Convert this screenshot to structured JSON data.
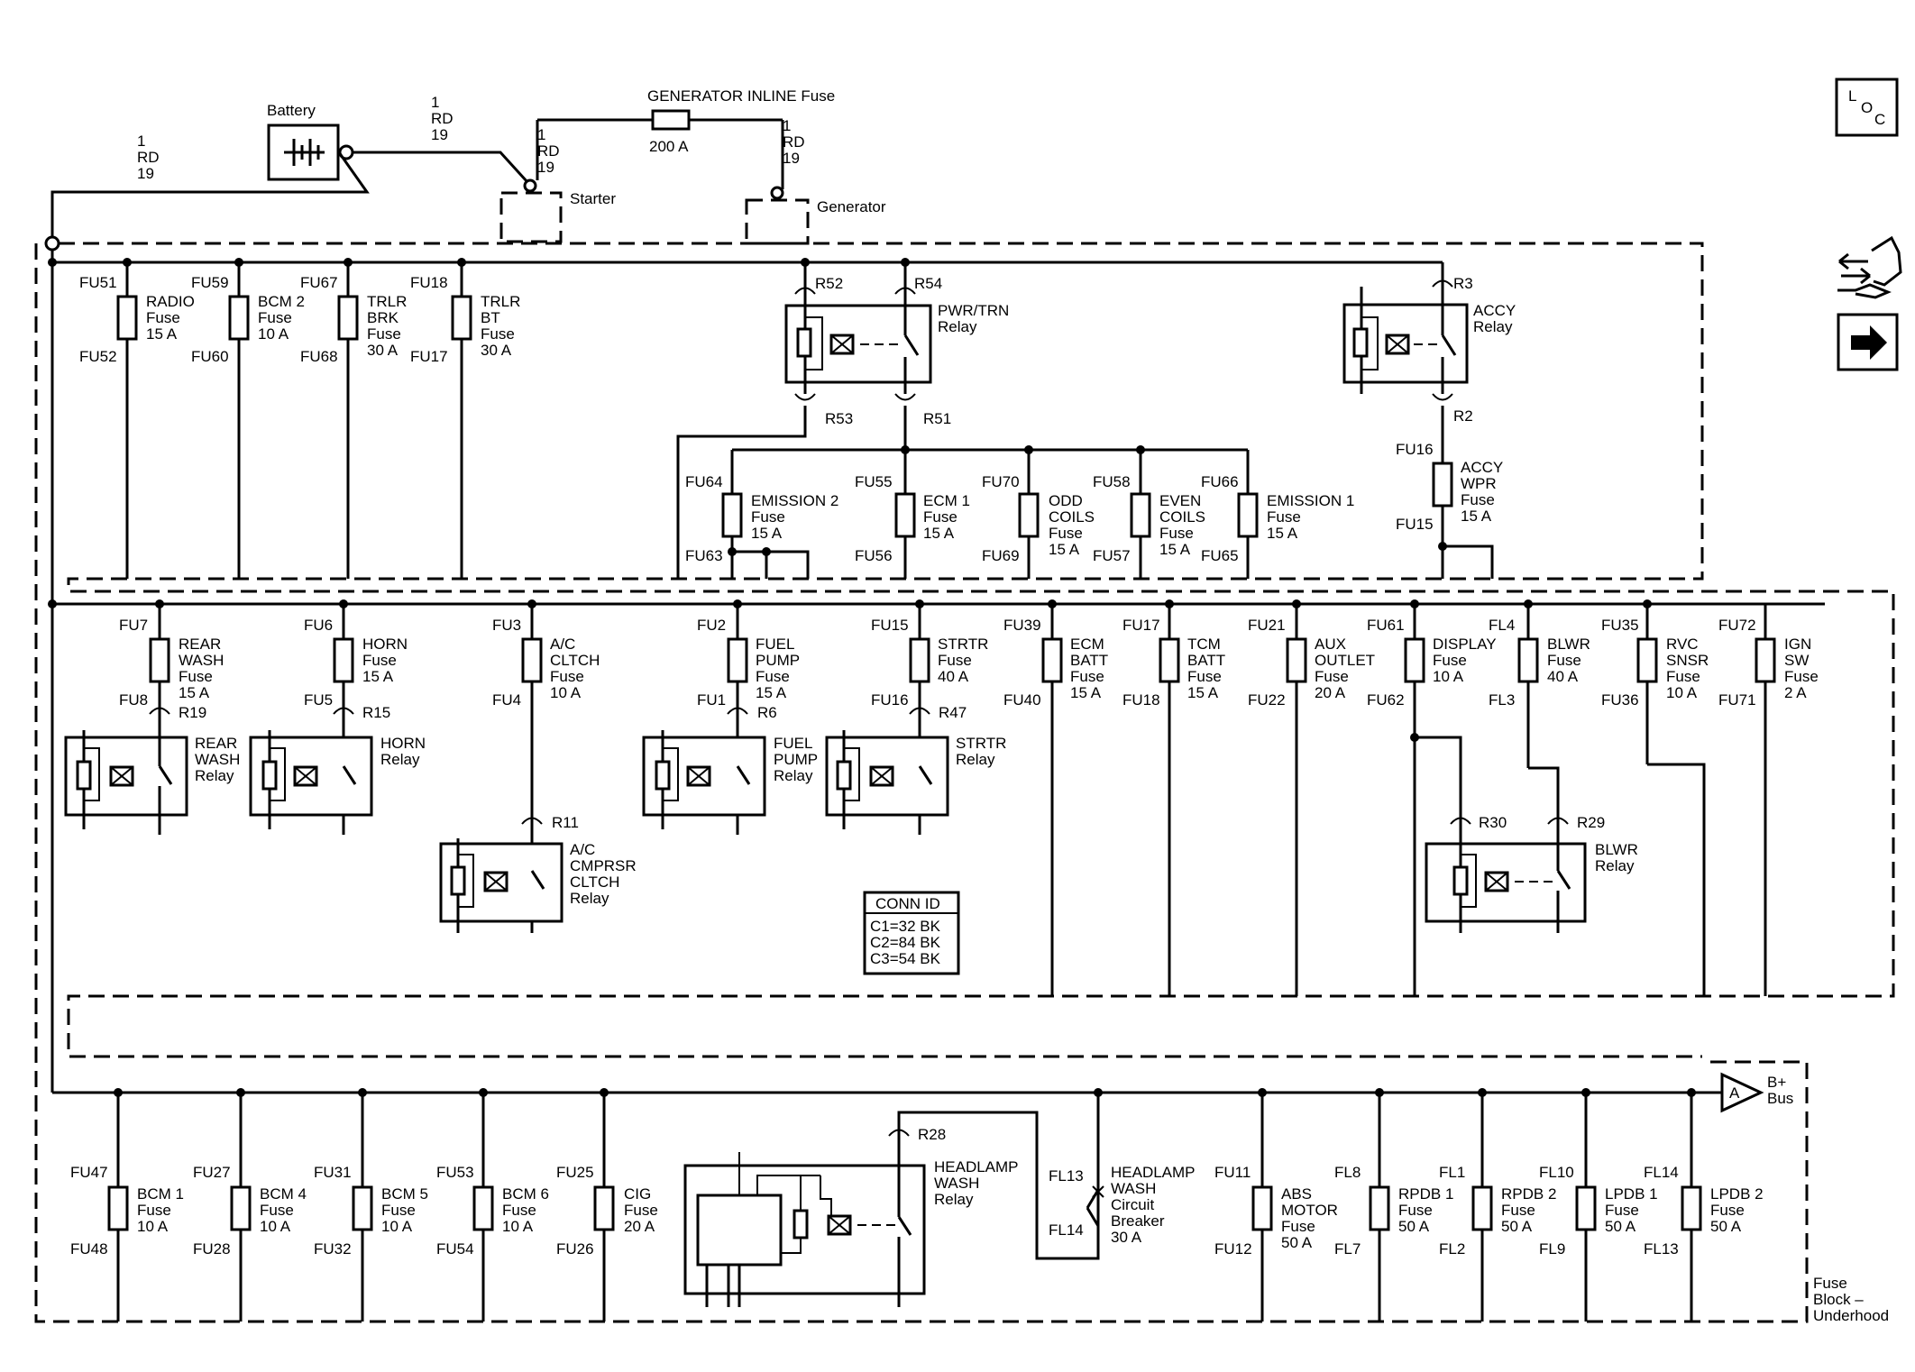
{
  "battery": {
    "label": "Battery"
  },
  "wires": {
    "battery_left": [
      "1",
      "RD",
      "19"
    ],
    "battery_right": [
      "1",
      "RD",
      "19"
    ],
    "starter": [
      "1",
      "RD",
      "19"
    ],
    "generator": [
      "1",
      "RD",
      "19"
    ]
  },
  "generator_fuse": {
    "label": "GENERATOR INLINE Fuse",
    "rating": "200 A"
  },
  "starter": {
    "label": "Starter"
  },
  "generator": {
    "label": "Generator"
  },
  "loc_icon": {
    "letters": [
      "L",
      "O",
      "C"
    ]
  },
  "conn_id": {
    "title": "CONN ID",
    "lines": [
      "C1=32 BK",
      "C2=84 BK",
      "C3=54 BK"
    ]
  },
  "bus": {
    "connector": "A",
    "label": [
      "B+",
      "Bus"
    ]
  },
  "fuse_block": {
    "label": [
      "Fuse",
      "Block –",
      "Underhood"
    ]
  },
  "fuses": [
    {
      "top": "FU51",
      "bottom": "FU52",
      "text": [
        "RADIO",
        "Fuse",
        "15 A"
      ]
    },
    {
      "top": "FU59",
      "bottom": "FU60",
      "text": [
        "BCM 2",
        "Fuse",
        "10 A"
      ]
    },
    {
      "top": "FU67",
      "bottom": "FU68",
      "text": [
        "TRLR",
        "BRK",
        "Fuse",
        "30 A"
      ]
    },
    {
      "top": "FU18",
      "bottom": "FU17",
      "text": [
        "TRLR",
        "BT",
        "Fuse",
        "30 A"
      ]
    },
    {
      "top": "FU64",
      "bottom": "FU63",
      "text": [
        "EMISSION 2",
        "Fuse",
        "15 A"
      ]
    },
    {
      "top": "FU55",
      "bottom": "FU56",
      "text": [
        "ECM 1",
        "Fuse",
        "15 A"
      ]
    },
    {
      "top": "FU70",
      "bottom": "FU69",
      "text": [
        "ODD",
        "COILS",
        "Fuse",
        "15 A"
      ]
    },
    {
      "top": "FU58",
      "bottom": "FU57",
      "text": [
        "EVEN",
        "COILS",
        "Fuse",
        "15 A"
      ]
    },
    {
      "top": "FU66",
      "bottom": "FU65",
      "text": [
        "EMISSION 1",
        "Fuse",
        "15 A"
      ]
    },
    {
      "top": "FU16",
      "bottom": "FU15",
      "text": [
        "ACCY",
        "WPR",
        "Fuse",
        "15 A"
      ]
    },
    {
      "top": "FU7",
      "bottom": "FU8",
      "text": [
        "REAR",
        "WASH",
        "Fuse",
        "15 A"
      ]
    },
    {
      "top": "FU6",
      "bottom": "FU5",
      "text": [
        "HORN",
        "Fuse",
        "15 A"
      ]
    },
    {
      "top": "FU3",
      "bottom": "FU4",
      "text": [
        "A/C",
        "CLTCH",
        "Fuse",
        "10 A"
      ]
    },
    {
      "top": "FU2",
      "bottom": "FU1",
      "text": [
        "FUEL",
        "PUMP",
        "Fuse",
        "15 A"
      ]
    },
    {
      "top": "FU15",
      "bottom": "FU16",
      "text": [
        "STRTR",
        "Fuse",
        "40 A"
      ]
    },
    {
      "top": "FU39",
      "bottom": "FU40",
      "text": [
        "ECM",
        "BATT",
        "Fuse",
        "15 A"
      ]
    },
    {
      "top": "FU17",
      "bottom": "FU18",
      "text": [
        "TCM",
        "BATT",
        "Fuse",
        "15 A"
      ]
    },
    {
      "top": "FU21",
      "bottom": "FU22",
      "text": [
        "AUX",
        "OUTLET",
        "Fuse",
        "20 A"
      ]
    },
    {
      "top": "FU61",
      "bottom": "FU62",
      "text": [
        "DISPLAY",
        "Fuse",
        "10 A"
      ]
    },
    {
      "top": "FL4",
      "bottom": "FL3",
      "text": [
        "BLWR",
        "Fuse",
        "40 A"
      ]
    },
    {
      "top": "FU35",
      "bottom": "FU36",
      "text": [
        "RVC",
        "SNSR",
        "Fuse",
        "10 A"
      ]
    },
    {
      "top": "FU72",
      "bottom": "FU71",
      "text": [
        "IGN",
        "SW",
        "Fuse",
        "2 A"
      ]
    },
    {
      "top": "FU47",
      "bottom": "FU48",
      "text": [
        "BCM 1",
        "Fuse",
        "10 A"
      ]
    },
    {
      "top": "FU27",
      "bottom": "FU28",
      "text": [
        "BCM 4",
        "Fuse",
        "10 A"
      ]
    },
    {
      "top": "FU31",
      "bottom": "FU32",
      "text": [
        "BCM 5",
        "Fuse",
        "10 A"
      ]
    },
    {
      "top": "FU53",
      "bottom": "FU54",
      "text": [
        "BCM 6",
        "Fuse",
        "10 A"
      ]
    },
    {
      "top": "FU25",
      "bottom": "FU26",
      "text": [
        "CIG",
        "Fuse",
        "20 A"
      ]
    },
    {
      "top": "FU11",
      "bottom": "FU12",
      "text": [
        "ABS",
        "MOTOR",
        "Fuse",
        "50 A"
      ]
    },
    {
      "top": "FL8",
      "bottom": "FL7",
      "text": [
        "RPDB 1",
        "Fuse",
        "50 A"
      ]
    },
    {
      "top": "FL1",
      "bottom": "FL2",
      "text": [
        "RPDB 2",
        "Fuse",
        "50 A"
      ]
    },
    {
      "top": "FL10",
      "bottom": "FL9",
      "text": [
        "LPDB 1",
        "Fuse",
        "50 A"
      ]
    },
    {
      "top": "FL14",
      "bottom": "FL13",
      "text": [
        "LPDB 2",
        "Fuse",
        "50 A"
      ]
    }
  ],
  "relays": [
    {
      "text": [
        "PWR/TRN",
        "Relay"
      ],
      "pins": [
        "R52",
        "R54",
        "R53",
        "R51"
      ]
    },
    {
      "text": [
        "ACCY",
        "Relay"
      ],
      "pins": [
        "R3",
        "R2"
      ]
    },
    {
      "text": [
        "REAR",
        "WASH",
        "Relay"
      ],
      "pins": [
        "R19"
      ]
    },
    {
      "text": [
        "HORN",
        "Relay"
      ],
      "pins": [
        "R15"
      ]
    },
    {
      "text": [
        "A/C",
        "CMPRSR",
        "CLTCH",
        "Relay"
      ],
      "pins": [
        "R11"
      ]
    },
    {
      "text": [
        "FUEL",
        "PUMP",
        "Relay"
      ],
      "pins": [
        "R6"
      ]
    },
    {
      "text": [
        "STRTR",
        "Relay"
      ],
      "pins": [
        "R47"
      ]
    },
    {
      "text": [
        "BLWR",
        "Relay"
      ],
      "pins": [
        "R30",
        "R29"
      ]
    },
    {
      "text": [
        "HEADLAMP",
        "WASH",
        "Relay"
      ],
      "pins": [
        "R28"
      ]
    }
  ],
  "breaker": {
    "top": "FL13",
    "bottom": "FL14",
    "text": [
      "HEADLAMP",
      "WASH",
      "Circuit",
      "Breaker",
      "30 A"
    ]
  }
}
